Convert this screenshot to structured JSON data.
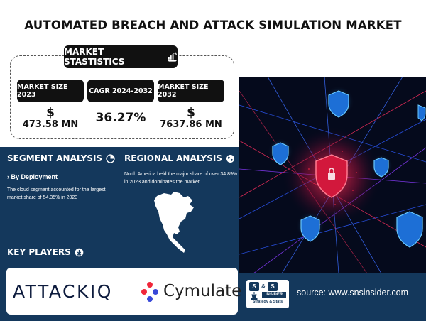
{
  "title": "AUTOMATED BREACH AND ATTACK SIMULATION MARKET",
  "market_statistics": {
    "heading": "MARKET STASTISTICS",
    "icon": "chart-hand-icon",
    "stats": [
      {
        "label": "MARKET SIZE 2023",
        "symbol": "$",
        "value": "473.58 MN"
      },
      {
        "label": "CAGR 2024-2032",
        "symbol": "",
        "value": "36.27%"
      },
      {
        "label": "MARKET SIZE 2032",
        "symbol": "$",
        "value": "7637.86 MN"
      }
    ]
  },
  "segment_analysis": {
    "heading": "SEGMENT ANALYSIS",
    "icon": "pie-chart-icon",
    "subheading": "› By Deployment",
    "text": "The cloud segment accounted for the largest market share of 54.35% in 2023"
  },
  "regional_analysis": {
    "heading": "REGIONAL ANALYSIS",
    "icon": "globe-icon",
    "text": "North America held the major share of over 34.89% in 2023 and dominates the market.",
    "map_icon": "north-america-map-icon"
  },
  "key_players": {
    "heading": "KEY PLAYERS",
    "icon": "download-icon",
    "players": [
      "ATTACKIQ",
      "Cymulate"
    ]
  },
  "source": {
    "logo_letters": [
      "S",
      "S"
    ],
    "logo_insider": "INSIDER",
    "logo_tagline": "Strategy & Stats",
    "text": "source: www.snsinsider.com"
  },
  "colors": {
    "navy": "#14385c",
    "black": "#111111",
    "cyber_red": "#ff2a45",
    "cyber_blue": "#2ea8ff"
  }
}
